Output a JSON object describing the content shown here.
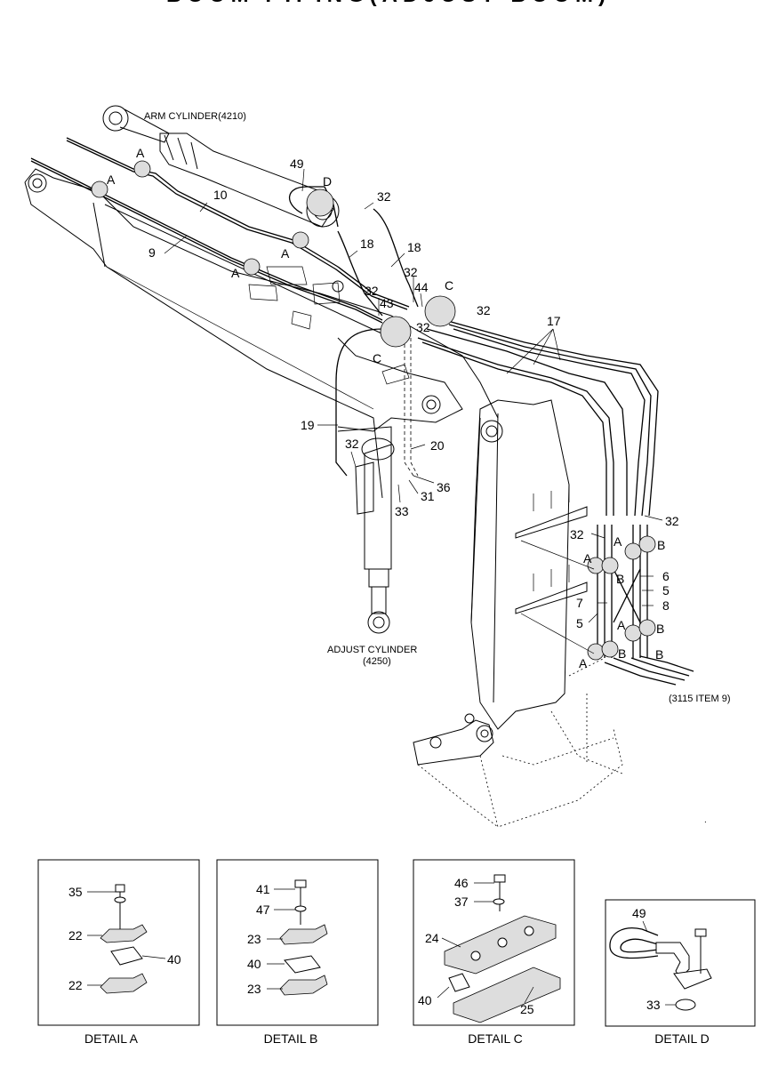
{
  "title": "BOOM PIPING(ADJUST BOOM)",
  "captions": {
    "arm_cylinder": "ARM CYLINDER(4210)",
    "adjust_cylinder": "ADJUST CYLINDER",
    "adjust_cylinder_no": "(4250)",
    "ref_item": "(3115 ITEM 9)"
  },
  "callouts": {
    "n9": "9",
    "n10": "10",
    "n49": "49",
    "n32a": "32",
    "n18a": "18",
    "n18b": "18",
    "n32b": "32",
    "n44": "44",
    "n32c": "32",
    "n43": "43",
    "n32d": "32",
    "n32e": "32",
    "n17": "17",
    "n19": "19",
    "n32f": "32",
    "n20": "20",
    "n33": "33",
    "n31": "31",
    "n36": "36",
    "n32g": "32",
    "n32h": "32",
    "n6": "6",
    "n5a": "5",
    "n7": "7",
    "n5b": "5",
    "n8": "8"
  },
  "detail_letters": {
    "a1": "A",
    "a2": "A",
    "a3": "A",
    "a4": "A",
    "d1": "D",
    "c1": "C",
    "c2": "C",
    "a5": "A",
    "b1": "B",
    "a6": "A",
    "b2": "B",
    "b3": "B",
    "a7": "A",
    "b4": "B",
    "a8": "A",
    "b5": "B"
  },
  "details": [
    {
      "title": "DETAIL A",
      "parts": [
        "35",
        "22",
        "40",
        "22"
      ]
    },
    {
      "title": "DETAIL B",
      "parts": [
        "41",
        "47",
        "23",
        "40",
        "23"
      ]
    },
    {
      "title": "DETAIL C",
      "parts": [
        "46",
        "37",
        "24",
        "40",
        "25"
      ]
    },
    {
      "title": "DETAIL D",
      "parts": [
        "49",
        "33"
      ]
    }
  ]
}
